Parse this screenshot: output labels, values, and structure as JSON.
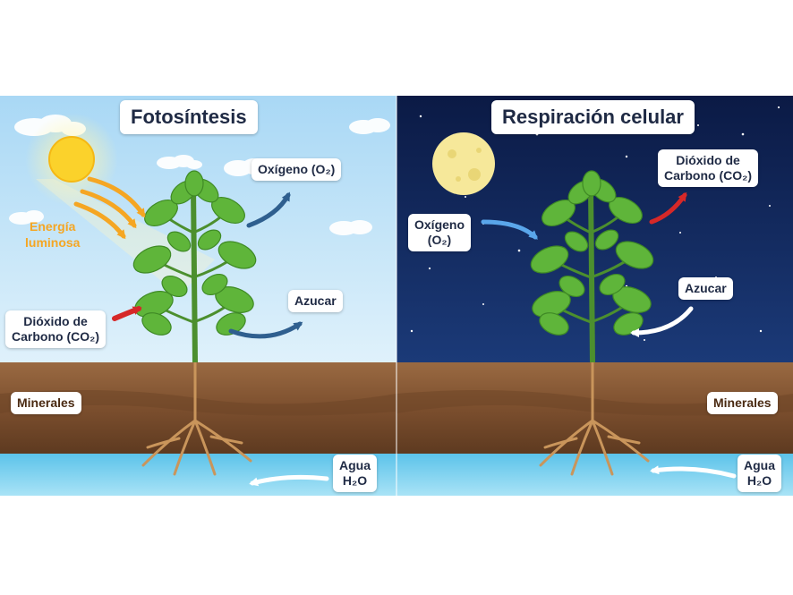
{
  "left_panel": {
    "title": "Fotosíntesis",
    "energy_label": [
      "Energía",
      "luminosa"
    ],
    "oxygen_label": "Oxígeno (O₂)",
    "sugar_label": "Azucar",
    "co2_label": [
      "Dióxido de",
      "Carbono (CO₂)"
    ],
    "minerals_label": "Minerales",
    "water_label": [
      "Agua",
      "H₂O"
    ]
  },
  "right_panel": {
    "title": "Respiración celular",
    "co2_label": [
      "Dióxido de",
      "Carbono (CO₂)"
    ],
    "oxygen_label": [
      "Oxígeno",
      "(O₂)"
    ],
    "sugar_label": "Azucar",
    "minerals_label": "Minerales",
    "water_label": [
      "Agua",
      "H₂O"
    ]
  },
  "colors": {
    "day_sky": "#bfe2f7",
    "night_sky": "#0f1d4a",
    "soil": "#8a5a36",
    "water": "#7fd0ee",
    "sun": "#fbd22b",
    "moon": "#f6e89a",
    "leaf": "#5fb53a",
    "arrow_blue": "#2f5f8f",
    "arrow_red": "#d62828",
    "arrow_orange": "#f5a623",
    "arrow_white": "#ffffff",
    "label_text": "#1f2a44"
  }
}
